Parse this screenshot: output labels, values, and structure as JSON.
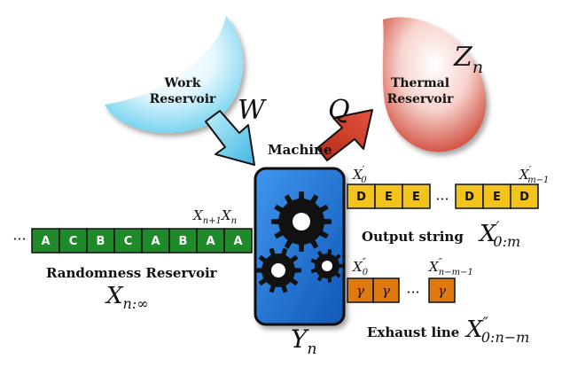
{
  "work_reservoir": {
    "label_line1": "Work",
    "label_line2": "Reservoir"
  },
  "thermal_reservoir": {
    "label_line1": "Thermal",
    "label_line2": "Reservoir",
    "state_symbol": "Z",
    "state_sub": "n"
  },
  "work_arrow": {
    "symbol": "W"
  },
  "heat_arrow": {
    "symbol": "Q"
  },
  "machine": {
    "label": "Machine",
    "state_symbol": "Y",
    "state_sub": "n"
  },
  "randomness_reservoir": {
    "label": "Randomness Reservoir",
    "cells": [
      "A",
      "C",
      "B",
      "C",
      "A",
      "B",
      "A",
      "A"
    ],
    "ellipsis": "···",
    "top_label_a": "X",
    "top_label_a_sub": "n+1",
    "top_label_b": "X",
    "top_label_b_sub": "n",
    "var_symbol": "X",
    "var_sub": "n:∞"
  },
  "output_string": {
    "label": "Output string",
    "cells_left": [
      "D",
      "E",
      "E"
    ],
    "cells_right": [
      "D",
      "E",
      "D"
    ],
    "ellipsis": "···",
    "first_label": "X",
    "first_label_prime": "′",
    "first_label_sub": "0",
    "last_label": "X",
    "last_label_prime": "′",
    "last_label_sub": "m−1",
    "var_symbol": "X",
    "var_prime": "′",
    "var_sub": "0:m"
  },
  "exhaust_line": {
    "label": "Exhaust line",
    "cells_left": [
      "γ",
      "γ"
    ],
    "cells_right": [
      "γ"
    ],
    "ellipsis": "···",
    "first_label": "X",
    "first_label_prime": "″",
    "first_label_sub": "0",
    "last_label": "X",
    "last_label_prime": "″",
    "last_label_sub": "n−m−1",
    "var_symbol": "X",
    "var_prime": "″",
    "var_sub": "0:n−m"
  },
  "colors": {
    "randomness_cell": "#1f8a2a",
    "output_cell": "#f2c21d",
    "exhaust_cell": "#e07a10",
    "machine_fill": "#1a73d9",
    "work_blue": "#7fd6f2",
    "thermal_red": "#d23a2a",
    "gear": "#111111"
  }
}
